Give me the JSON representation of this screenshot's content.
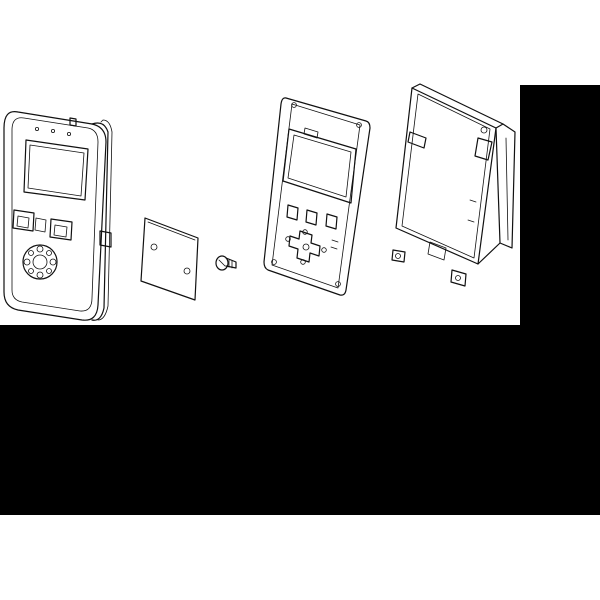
{
  "colors": {
    "background": "#ffffff",
    "mask": "#000000",
    "line": "#111111"
  },
  "parts": [
    {
      "name": "front-bezel"
    },
    {
      "name": "cover-plate"
    },
    {
      "name": "screw"
    },
    {
      "name": "pcb-board"
    },
    {
      "name": "rear-bracket"
    }
  ]
}
